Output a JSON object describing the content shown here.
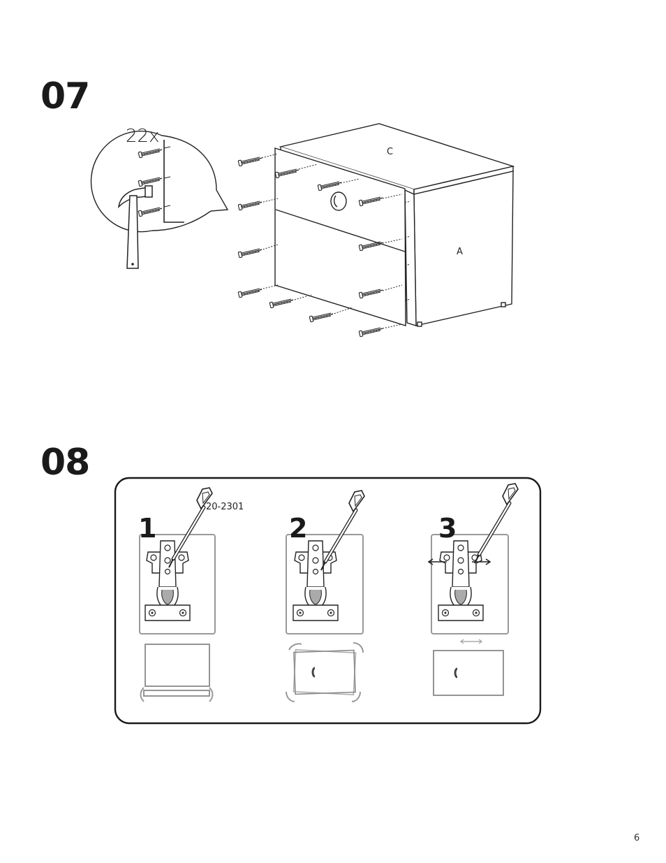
{
  "steps": [
    {
      "number": "07",
      "quantity": "22x",
      "panel_c": "C",
      "panel_a": "A"
    },
    {
      "number": "08",
      "part_code": "20-2301",
      "substeps": [
        "1",
        "2",
        "3"
      ]
    }
  ],
  "page_number": "6"
}
